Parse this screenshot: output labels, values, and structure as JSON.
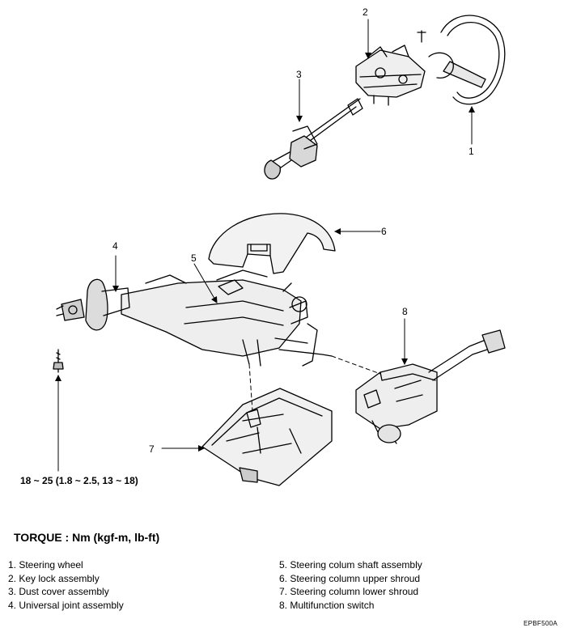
{
  "callouts": [
    {
      "num": "1"
    },
    {
      "num": "2"
    },
    {
      "num": "3"
    },
    {
      "num": "4"
    },
    {
      "num": "5"
    },
    {
      "num": "6"
    },
    {
      "num": "7"
    },
    {
      "num": "8"
    }
  ],
  "torque_spec": "18 ~ 25 (1.8 ~ 2.5, 13 ~ 18)",
  "torque_heading": "TORQUE : Nm (kgf-m, lb-ft)",
  "legend_left": [
    "1. Steering wheel",
    "2. Key lock assembly",
    "3. Dust cover assembly",
    "4. Universal joint assembly"
  ],
  "legend_right": [
    "5. Steering colum shaft assembly",
    "6. Steering column upper shroud",
    "7. Steering column lower shroud",
    "8. Multifunction switch"
  ],
  "figure_code": "EPBF500A"
}
